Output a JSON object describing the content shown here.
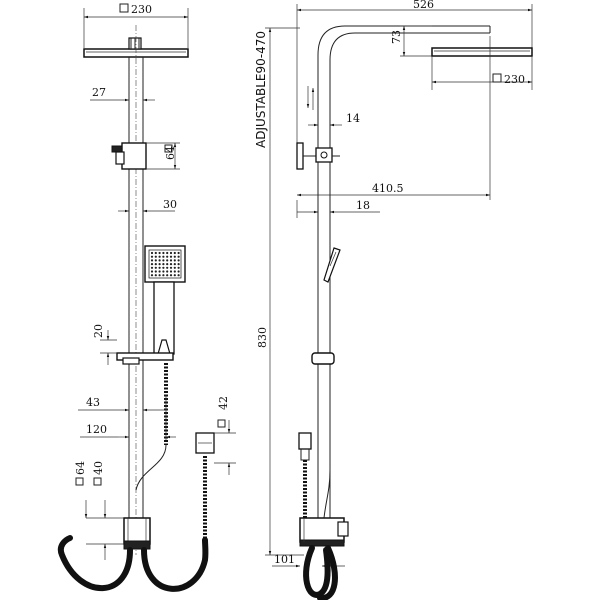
{
  "front_view": {
    "head_size": "230",
    "arm_offset": "27",
    "bracket_size": "64",
    "riser_offset": "30",
    "slider_height": "20",
    "slider_offset": "43",
    "hose_offset": "120",
    "flange_size": "42",
    "base_outer": "64",
    "base_inner": "40"
  },
  "side_view": {
    "overall_width": "526",
    "head_drop": "73",
    "head_size": "230",
    "adjustable_label": "ADJUSTABLE90-470",
    "bracket_offset": "14",
    "reach": "410.5",
    "wall_offset": "18",
    "height": "830",
    "base_width": "101"
  }
}
